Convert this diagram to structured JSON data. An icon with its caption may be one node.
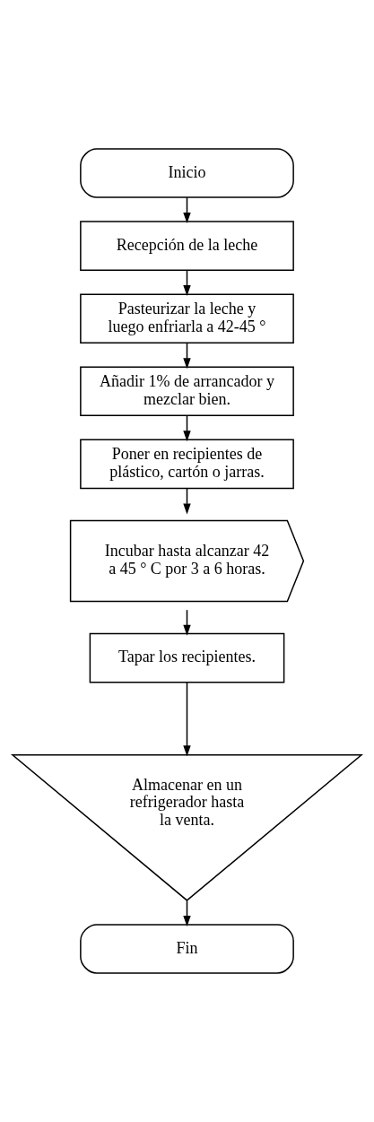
{
  "diagram": {
    "nodes": [
      {
        "text": [
          "Inicio"
        ]
      },
      {
        "text": [
          "Recepción de la leche"
        ]
      },
      {
        "text": [
          "Pasteurizar la leche y luego enfriarla a 42-45 °"
        ]
      },
      {
        "text": [
          "Añadir 1% de arrancador y mezclar bien."
        ]
      },
      {
        "text": [
          "Poner en recipientes de plástico, cartón o jarras."
        ]
      },
      {
        "text": [
          "Incubar hasta alcanzar 42 a 45 ° C por 3 a 6 horas."
        ]
      },
      {
        "text": [
          "Tapar los recipientes."
        ]
      },
      {
        "text": [
          "Almacenar en un refrigerador hasta la venta."
        ]
      },
      {
        "text": [
          "Fin"
        ]
      }
    ],
    "edges": [
      {
        "from": 0,
        "to": 1,
        "arrow": "to"
      },
      {
        "from": 1,
        "to": 2,
        "arrow": "to"
      },
      {
        "from": 2,
        "to": 3,
        "arrow": "to"
      },
      {
        "from": 3,
        "to": 4,
        "arrow": "to"
      },
      {
        "from": 4,
        "to": 5,
        "arrow": "to"
      },
      {
        "from": 5,
        "to": 6,
        "arrow": "to"
      },
      {
        "from": 6,
        "to": 7,
        "arrow": "to"
      },
      {
        "from": 7,
        "to": 8,
        "arrow": "to"
      }
    ]
  }
}
